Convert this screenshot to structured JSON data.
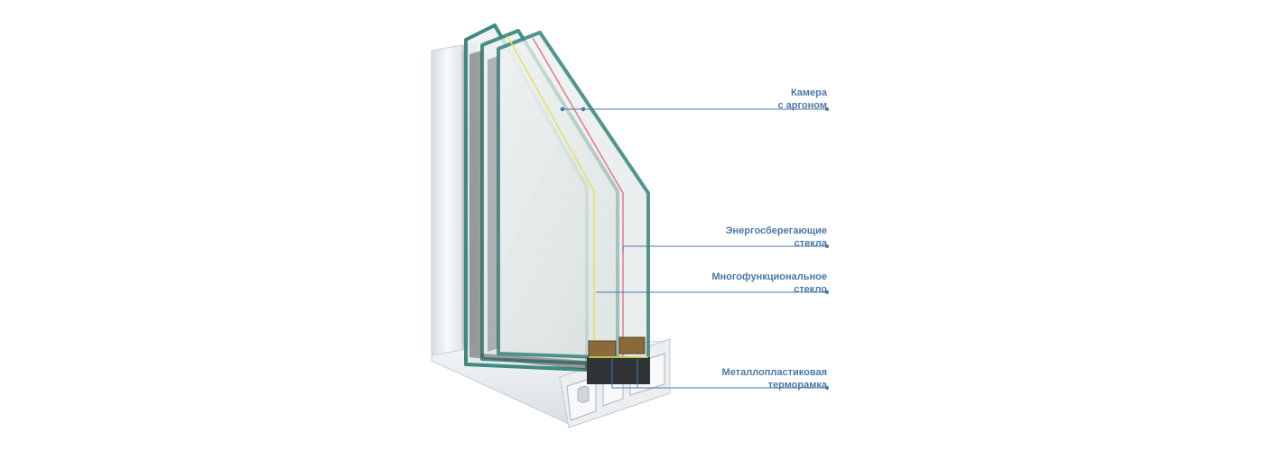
{
  "callouts": {
    "argon": {
      "line1": "Камера",
      "line2": "с аргоном"
    },
    "energy_glass": {
      "line1": "Энергосберегающие",
      "line2": "стекла"
    },
    "multi_glass": {
      "line1": "Многофункциональное",
      "line2": "стекло"
    },
    "spacer_frame": {
      "line1": "Металлопластиковая",
      "line2": "терморамка"
    }
  },
  "colors": {
    "label_text": "#4a79a8",
    "leader_line": "#4a79a8",
    "glass_edge": "#3f8a80",
    "low_e_coating_yellow": "#e8e060",
    "low_e_coating_pink": "#e8707e",
    "frame_pvc": "#e9edf0",
    "spacer": "#8a6a3a"
  }
}
